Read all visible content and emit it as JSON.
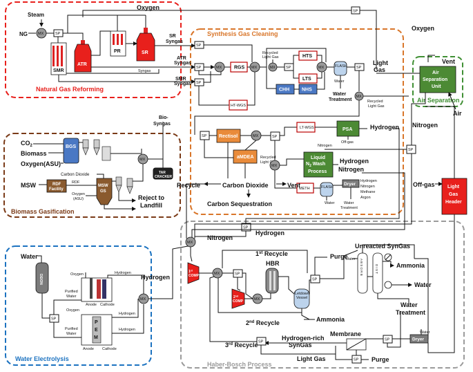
{
  "regions": {
    "ngr": "Natural Gas Reforming",
    "sgc": "Synthesis Gas Cleaning",
    "air": "Air Separation",
    "bio": "Biomass Gasification",
    "we": "Water Electrolysis",
    "hb": "Haber-Bosch Process"
  },
  "colors": {
    "red": "#e8201c",
    "orange": "#d9762a",
    "green": "#3f8f33",
    "brown": "#7a3a17",
    "blue": "#1b72c0",
    "gray": "#9b9b9b",
    "unit_red": "#e8201c",
    "unit_green": "#4c8a34",
    "unit_blue": "#4a78c4",
    "unit_orange": "#e98b3a"
  },
  "units": {
    "smr": "SMR",
    "atr": "ATR",
    "pr": "PR",
    "sr": "SR",
    "rgs": "RGS",
    "hts": "HTS",
    "lts": "LTS",
    "chh": "CHH",
    "nhs": "NHS",
    "flash": "FLASH",
    "htwgs": "HT-WGS",
    "rectisol": "Rectisol",
    "amdea": "aMDEA",
    "ltwgs": "LT-WGS",
    "psa": "PSA",
    "lnw_1": "Liquid",
    "lnw_2": "N",
    "lnw_2s": "2",
    "lnw_3": "Wash",
    "lnw_4": "Process",
    "meth": "METH",
    "flash2": "FLASH",
    "dryer": "Dryer",
    "asu_1": "Air",
    "asu_2": "Separation",
    "asu_3": "Unit",
    "lgh_1": "Light",
    "lgh_2": "Gas",
    "lgh_3": "Header",
    "bgs": "BGS",
    "rdf_1": "RDF",
    "rdf_2": "Facility",
    "mswgs_1": "MSW",
    "mswgs_2": "GS",
    "tar_1": "TAR",
    "tar_2": "CRACKER",
    "deion": "DEION",
    "pem": "PEM",
    "comp1_1": "1",
    "comp1_sup": "st",
    "comp1_2": "COMP",
    "comp2_1": "2",
    "comp2_sup": "nd",
    "comp2_2": "COMP",
    "hbr": "HBR",
    "letdown_1": "Letdown",
    "letdown_2": "Vessel",
    "membrane": "Membrane",
    "absorb": "A B S O R B",
    "dist": "D I S T",
    "dryer2": "Dryer"
  },
  "nodes": {
    "mx": "MX",
    "sp": "SP"
  },
  "labels": {
    "oxygen_top": "Oxygen",
    "steam": "Steam",
    "ng": "NG",
    "oxygen_2": "Oxygen",
    "oxygen_asu": "Oxygen",
    "vent_top": "Vent",
    "sr_syngas_1": "SR",
    "sr_syngas_2": "Syngas",
    "atr_syngas_1": "ATR",
    "atr_syngas_2": "Syngas",
    "smr_syngas_1": "SMR",
    "smr_syngas_2": "Syngas",
    "syngas": "Syngas",
    "recycled_lg_1": "Recycled",
    "recycled_lg_2": "Light Gas",
    "water_flash": "Water",
    "light_gas_1": "Light",
    "light_gas_2": "Gas",
    "water_treat_1": "Water",
    "water_treat_2": "Treatment",
    "recycled_lg_3": "Recycled",
    "recycled_lg_4": "Light Gas",
    "air": "Air",
    "bio_syngas_1": "Bio-",
    "bio_syngas_2": "Syngas",
    "hydrogen_1": "Hydrogen",
    "off_gas": "Off-gas",
    "nitrogen_1": "Nitrogen",
    "nitrogen_small": "Nitrogen",
    "recycled_lg_5": "Recycled",
    "recycled_lg_6": "Light Gas",
    "hydrogen_2": "Hydrogen",
    "nitrogen_2": "Nitrogen",
    "recycle": "Recycle",
    "carbon_dioxide": "Carbon Dioxide",
    "vent_2": "Vent",
    "carbon_seq": "Carbon Sequestration",
    "dryer_out_1": "Hydrogen",
    "dryer_out_2": "Nitrogen",
    "dryer_out_3": "Methane",
    "dryer_out_4": "Argon",
    "water_2": "Water",
    "water_3": "Water",
    "water_treat_3": "Treatment",
    "off_gas_2": "Off-gas",
    "co2": "CO",
    "co2_sub": "2",
    "biomass": "Biomass",
    "oxygen_asu_1": "Oxygen(ASU)",
    "carbon_dioxide_2": "Carbon Dioxide",
    "rdf": "RDF",
    "msw": "MSW",
    "oxygen_asu_2a": "Oxygen",
    "oxygen_asu_2b": "(ASU)",
    "reject_1": "Reject to",
    "reject_2": "Landfill",
    "hydrogen_3": "Hydrogen",
    "nitrogen_3": "Nitrogen",
    "hydrogen_4": "Hydrogen",
    "water_we": "Water",
    "oxygen_we": "Oxygen",
    "hydrogen_we": "Hydrogen",
    "purified_1a": "Purified",
    "purified_1b": "Water",
    "purified_2a": "Purified",
    "purified_2b": "Water",
    "anode_1": "Anode",
    "cathode_1": "Cathode",
    "oxygen_we2": "Oxygen",
    "hydrogen_we2": "Hydrogen",
    "hydrogen_we3": "Hydrogen",
    "anode_2": "Anode",
    "cathode_2": "Cathode",
    "recycle_1": "1",
    "recycle_1_sup": "st",
    "recycle_1_txt": " Recycle",
    "purge_1": "Purge",
    "unreacted": "Unreacted SynGas",
    "water_hb": "Water",
    "ammonia_1": "Ammonia",
    "ammonia_2": "Ammonia",
    "recycle_2": "2",
    "recycle_2_sup": "nd",
    "recycle_2_txt": " Recycle",
    "water_hb2": "Water",
    "water_treat_4": "Water",
    "water_treat_5": "Treatment",
    "water_hb3": "Water",
    "recycle_3": "3",
    "recycle_3_sup": "rd",
    "recycle_3_txt": " Recycle",
    "h_rich_1": "Hydrogen-rich",
    "h_rich_2": "SynGas",
    "light_gas_hb": "Light Gas",
    "purge_2": "Purge"
  }
}
